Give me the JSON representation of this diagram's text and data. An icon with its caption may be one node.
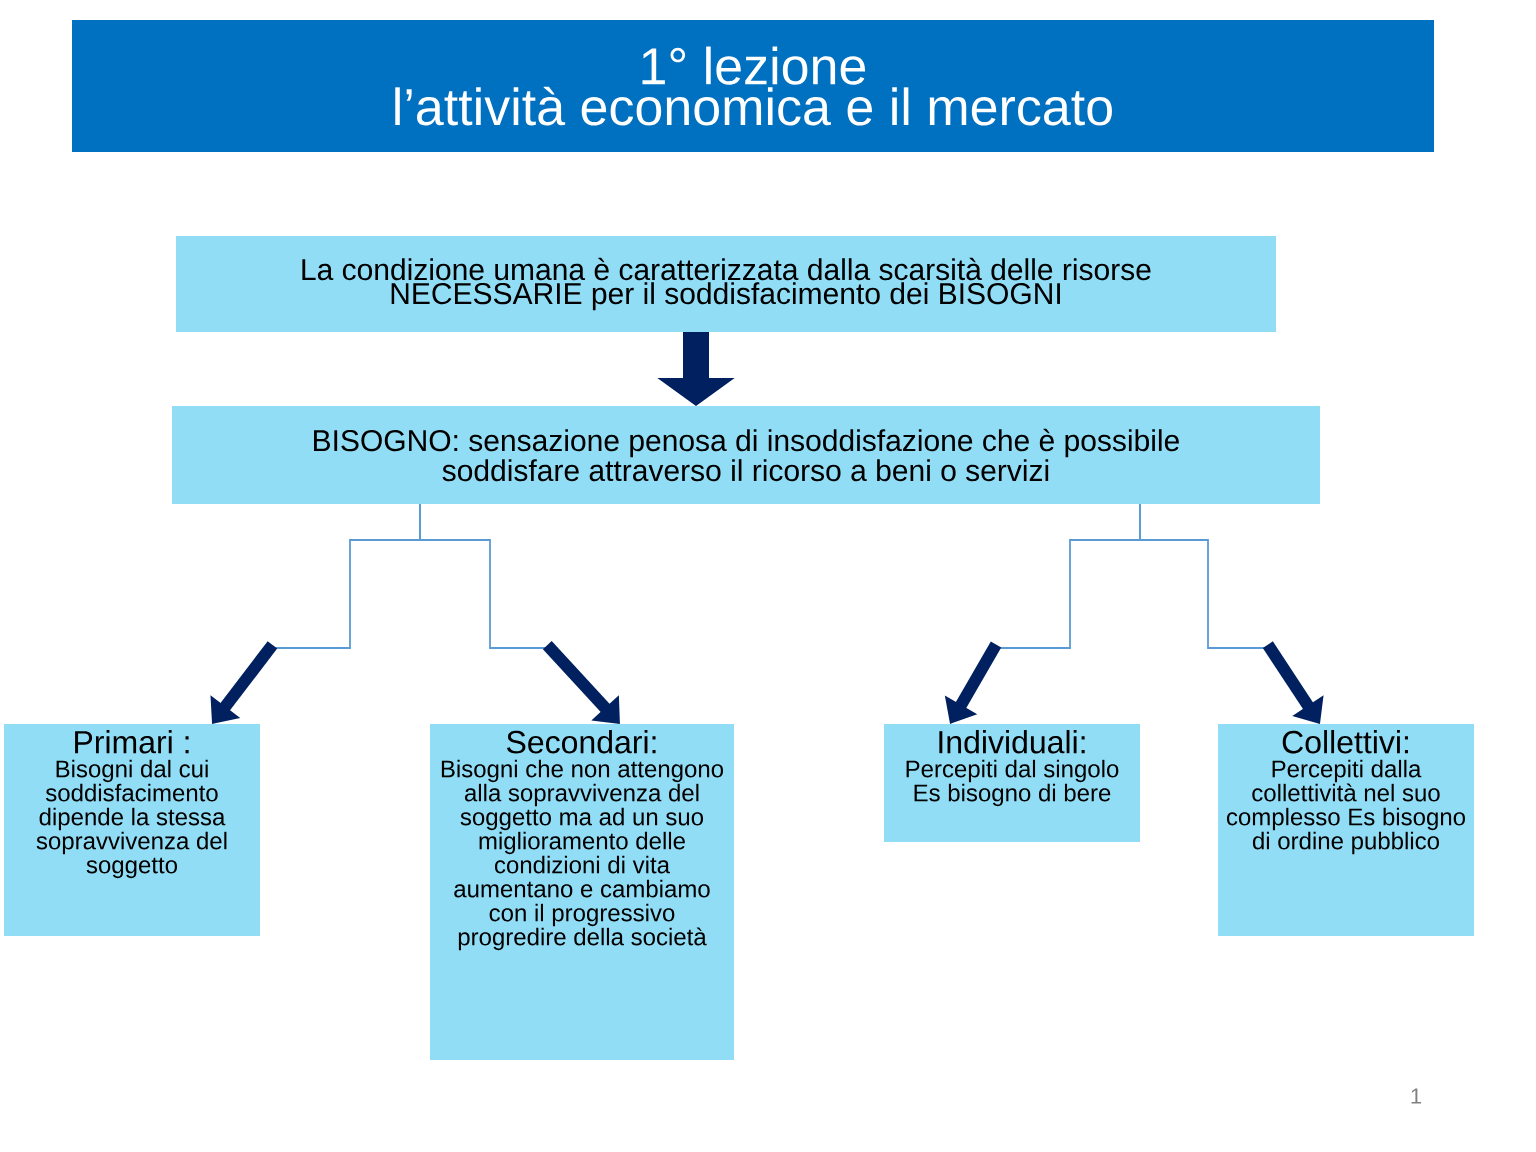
{
  "diagram": {
    "nodes": [
      {
        "text": [
          "1° lezione",
          "l’attività economica e il mercato"
        ]
      },
      {
        "text": [
          "La condizione umana è caratterizzata dalla scarsità delle risorse NECESSARIE per il soddisfacimento dei BISOGNI"
        ]
      },
      {
        "text": [
          "BISOGNO: sensazione penosa di insoddisfazione che è possibile soddisfare attraverso il ricorso a beni o servizi"
        ]
      },
      {
        "text": [
          "Primari :",
          "Bisogni dal cui soddisfacimento dipende la stessa sopravvivenza del soggetto"
        ]
      },
      {
        "text": [
          "Secondari:",
          "Bisogni che non attengono alla sopravvivenza del soggetto ma ad un suo miglioramento delle condizioni di vita aumentano e cambiamo con il progressivo progredire della società"
        ]
      },
      {
        "text": [
          "Individuali:",
          "Percepiti dal singolo Es bisogno di bere"
        ]
      },
      {
        "text": [
          "Collettivi:",
          "Percepiti dalla collettività nel suo complesso Es bisogno di ordine pubblico"
        ]
      }
    ],
    "edges": [
      {
        "from": 1,
        "to": 2,
        "arrow": "to",
        "style": "thick",
        "color": "#002060"
      },
      {
        "from": 2,
        "to": 3,
        "arrow": "to"
      },
      {
        "from": 2,
        "to": 4,
        "arrow": "to"
      },
      {
        "from": 2,
        "to": 5,
        "arrow": "to"
      },
      {
        "from": 2,
        "to": 6,
        "arrow": "to"
      }
    ],
    "labels": [
      "1"
    ]
  }
}
